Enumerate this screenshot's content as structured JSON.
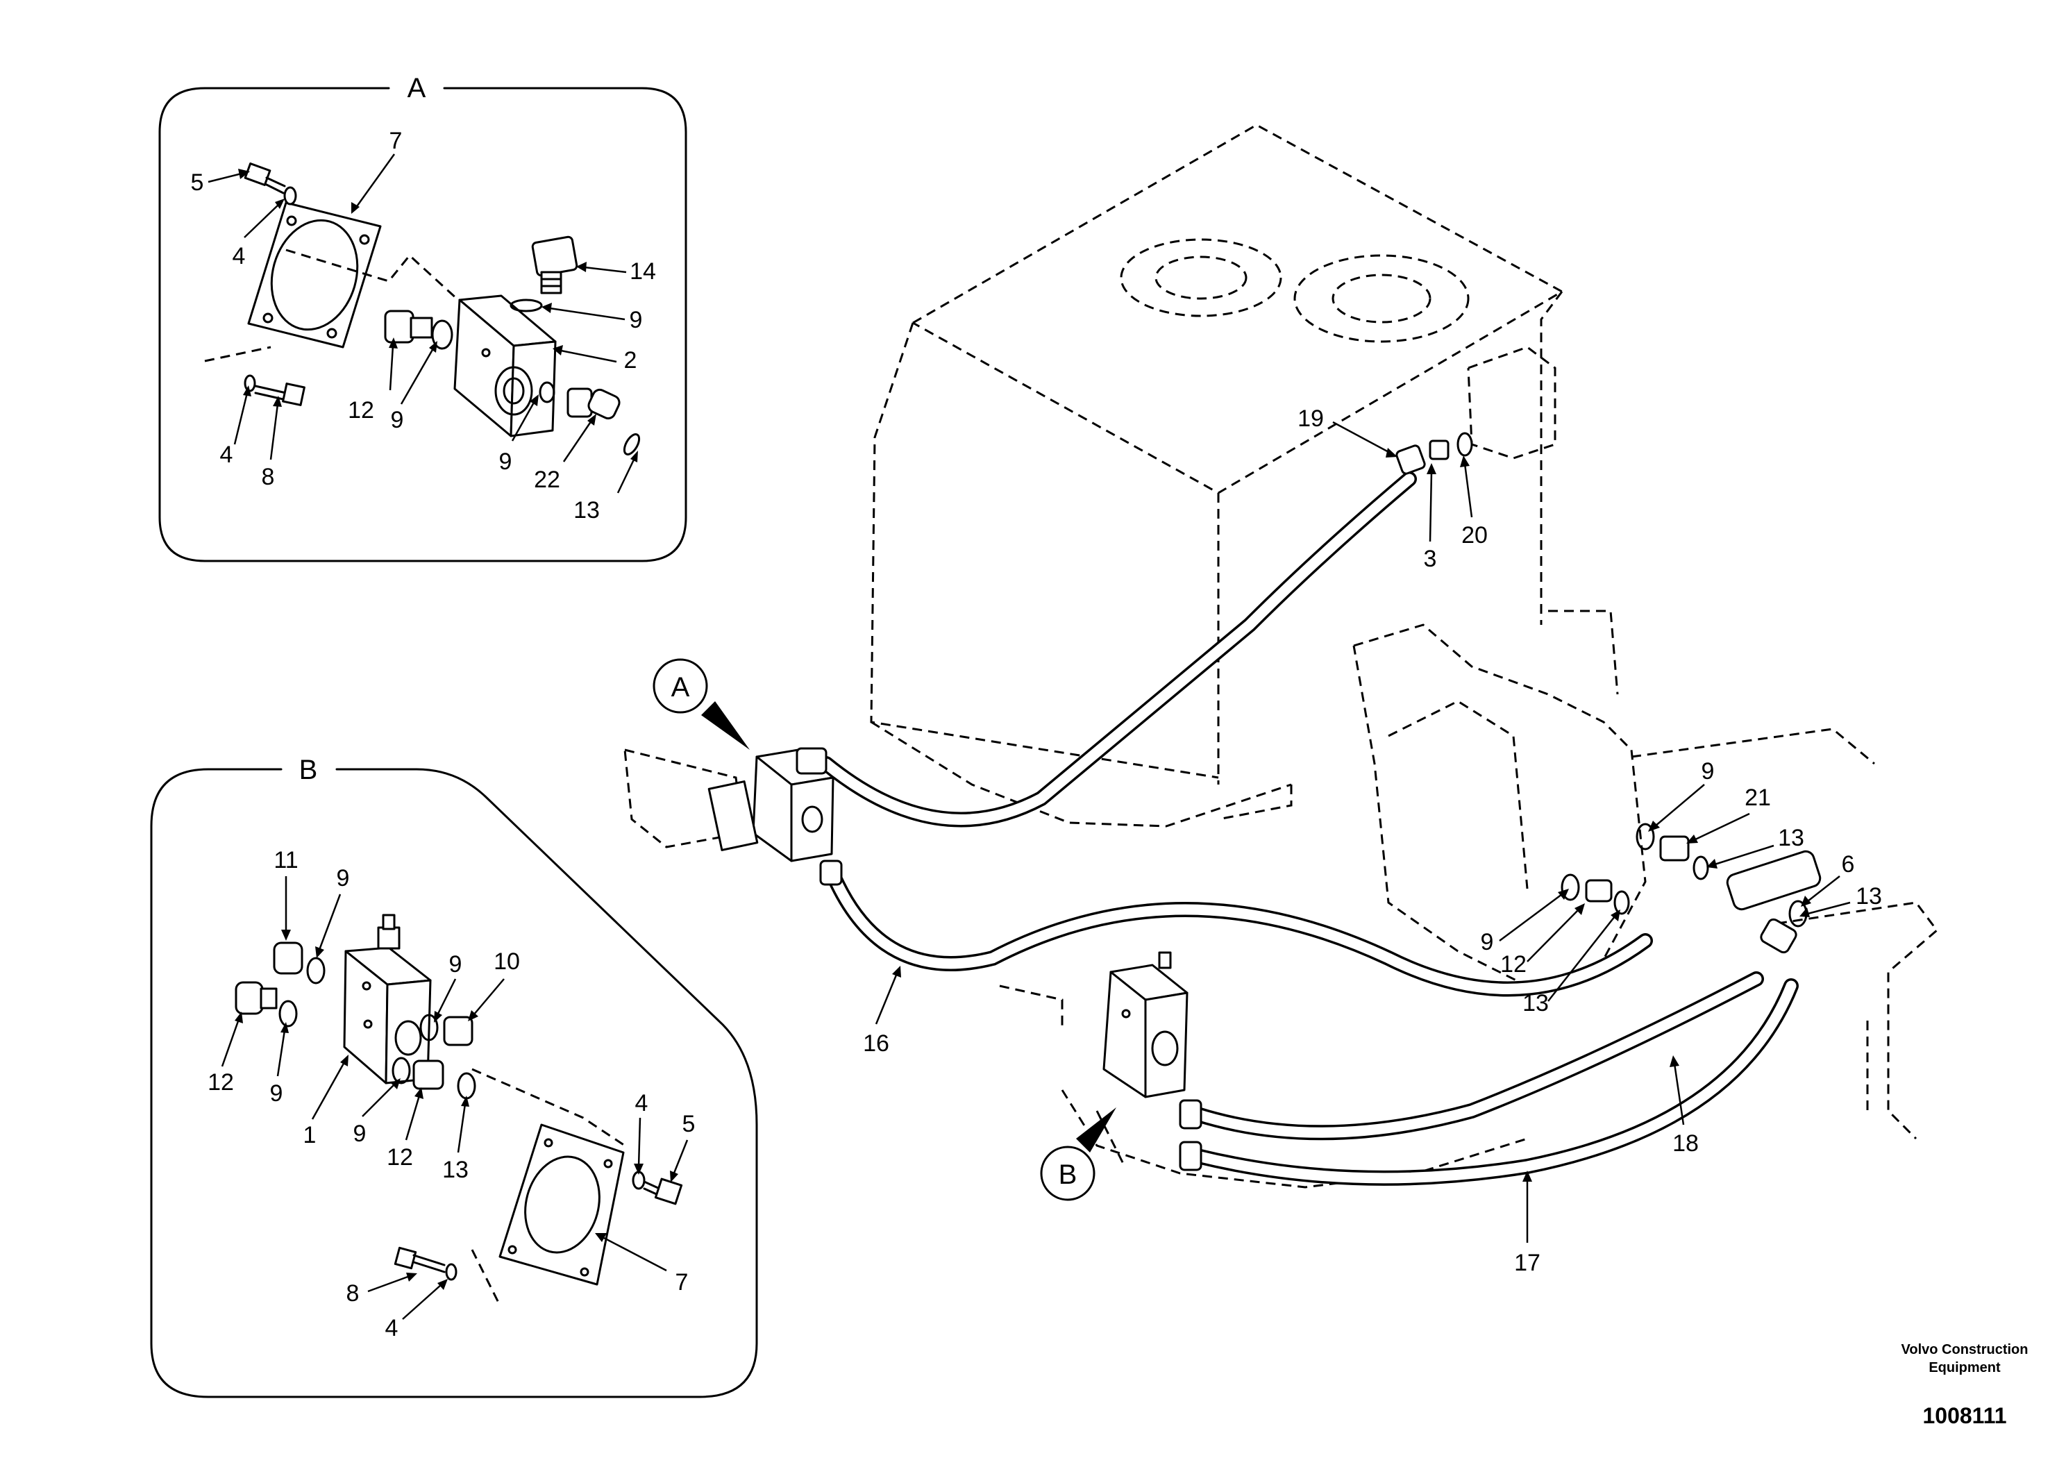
{
  "detail_a": {
    "title": "A"
  },
  "detail_b": {
    "title": "B"
  },
  "callouts": {
    "a": "A",
    "b": "B"
  },
  "labels_a": [
    "5",
    "7",
    "4",
    "14",
    "9",
    "2",
    "12",
    "9",
    "9",
    "4",
    "8",
    "22",
    "13"
  ],
  "labels_b": [
    "11",
    "9",
    "9",
    "10",
    "12",
    "9",
    "1",
    "9",
    "12",
    "13",
    "4",
    "5",
    "8",
    "4",
    "7"
  ],
  "labels_main": [
    "19",
    "3",
    "20",
    "9",
    "21",
    "13",
    "6",
    "13",
    "9",
    "12",
    "13",
    "16",
    "18",
    "17"
  ],
  "footer": {
    "company_line1": "Volvo Construction",
    "company_line2": "Equipment",
    "doc_number": "1008111"
  }
}
